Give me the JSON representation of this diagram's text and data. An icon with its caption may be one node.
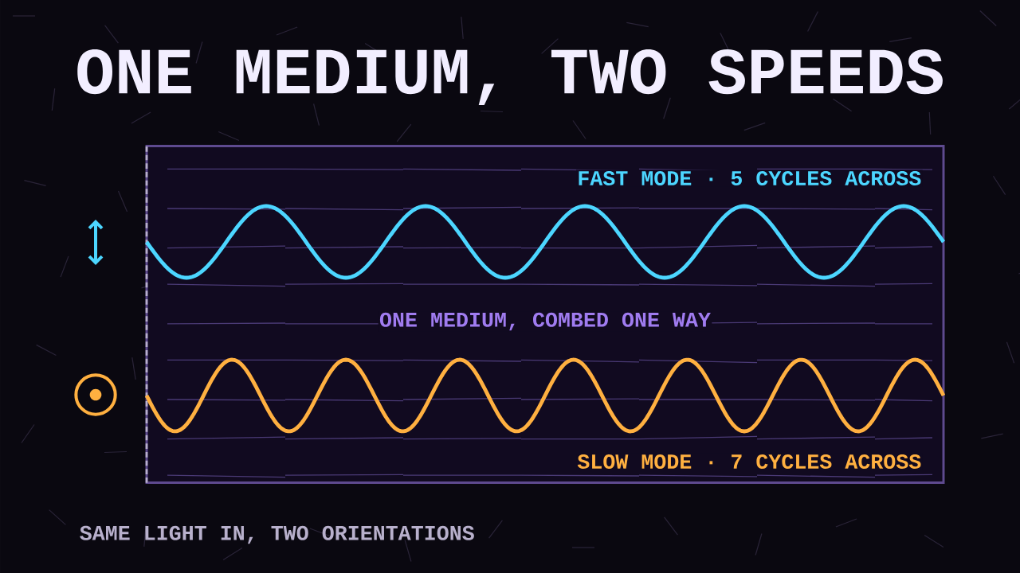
{
  "diagram": {
    "title": "ONE MEDIUM, TWO SPEEDS",
    "caption": "SAME LIGHT IN, TWO ORIENTATIONS",
    "nodes": [
      {
        "text": [
          "FAST MODE · 5 CYCLES ACROSS",
          "ONE MEDIUM, COMBED ONE WAY",
          "SLOW MODE · 7 CYCLES ACROSS"
        ]
      }
    ]
  }
}
